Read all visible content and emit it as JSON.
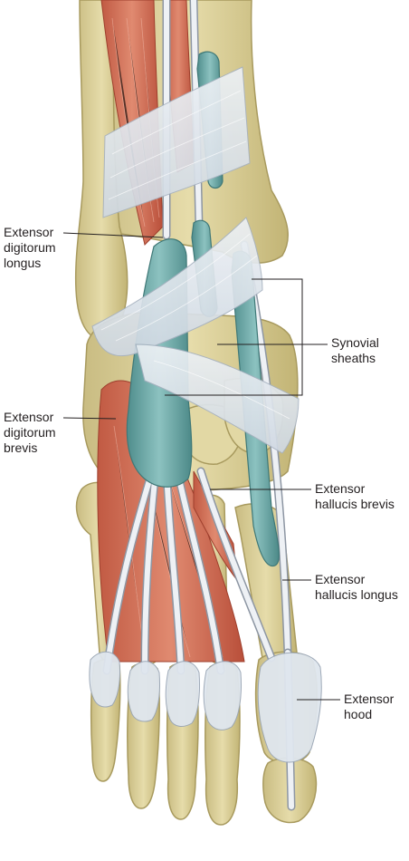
{
  "labels": {
    "edl": [
      "Extensor",
      "digitorum",
      "longus"
    ],
    "edb": [
      "Extensor",
      "digitorum",
      "brevis"
    ],
    "synovial": [
      "Synovial",
      "sheaths"
    ],
    "ehb": [
      "Extensor",
      "hallucis brevis"
    ],
    "ehl": [
      "Extensor",
      "hallucis longus"
    ],
    "hood": [
      "Extensor",
      "hood"
    ]
  },
  "colors": {
    "bone": "#ddd29c",
    "bone_edge": "#a89a5e",
    "muscle": "#d97860",
    "muscle_dark": "#b5503c",
    "tendon": "#e9edf2",
    "tendon_edge": "#8d96a3",
    "sheath": "#6fa9a8",
    "sheath_edge": "#3f7877",
    "retinaculum": "#dfe6ee",
    "leader": "#231f20"
  }
}
